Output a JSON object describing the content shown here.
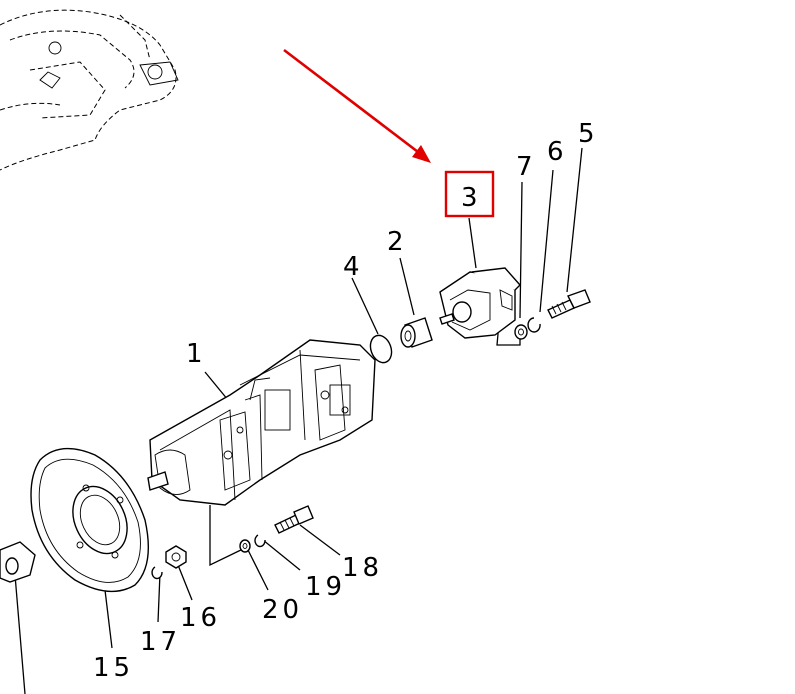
{
  "diagram": {
    "callouts": {
      "c1": "1",
      "c2": "2",
      "c3": "3",
      "c4": "4",
      "c5": "5",
      "c6": "6",
      "c7": "7",
      "c15": "15",
      "c16": "16",
      "c17": "17",
      "c18": "18",
      "c19": "19",
      "c20": "20"
    },
    "highlight_color": "#e00000",
    "arrow_color": "#e00000"
  }
}
